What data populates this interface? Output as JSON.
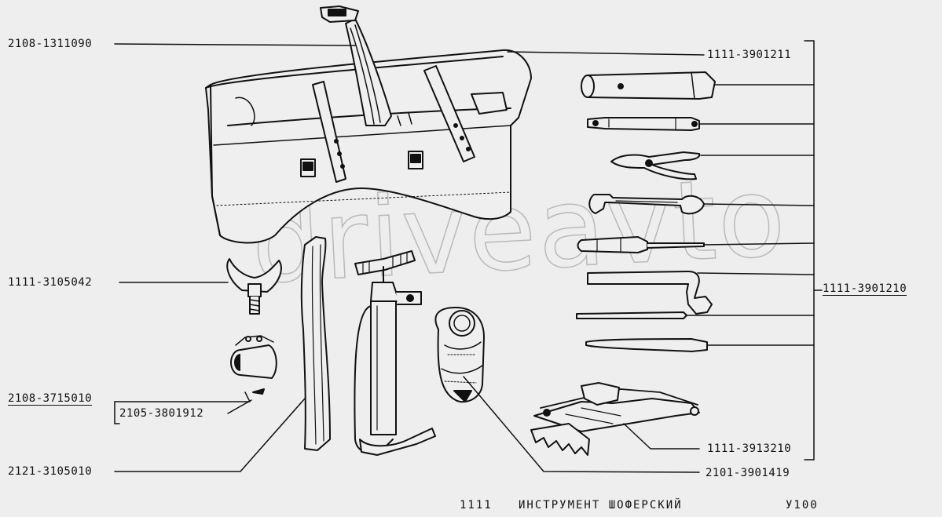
{
  "labels": {
    "strap": "2108-1311090",
    "bag": "1111-3901211",
    "wing_nut": "1111-3105042",
    "lamp": "2108-3715010",
    "bulb": "2105-3801912",
    "lever": "2121-3105010",
    "tool_set": "1111-3901210",
    "jack": "1111-3913210",
    "pump": "2101-3901419"
  },
  "footer": {
    "model": "1111",
    "title": "ИНСТРУМЕНТ ШОФЕРСКИЙ",
    "code": "У100"
  },
  "watermark": "driveavto"
}
